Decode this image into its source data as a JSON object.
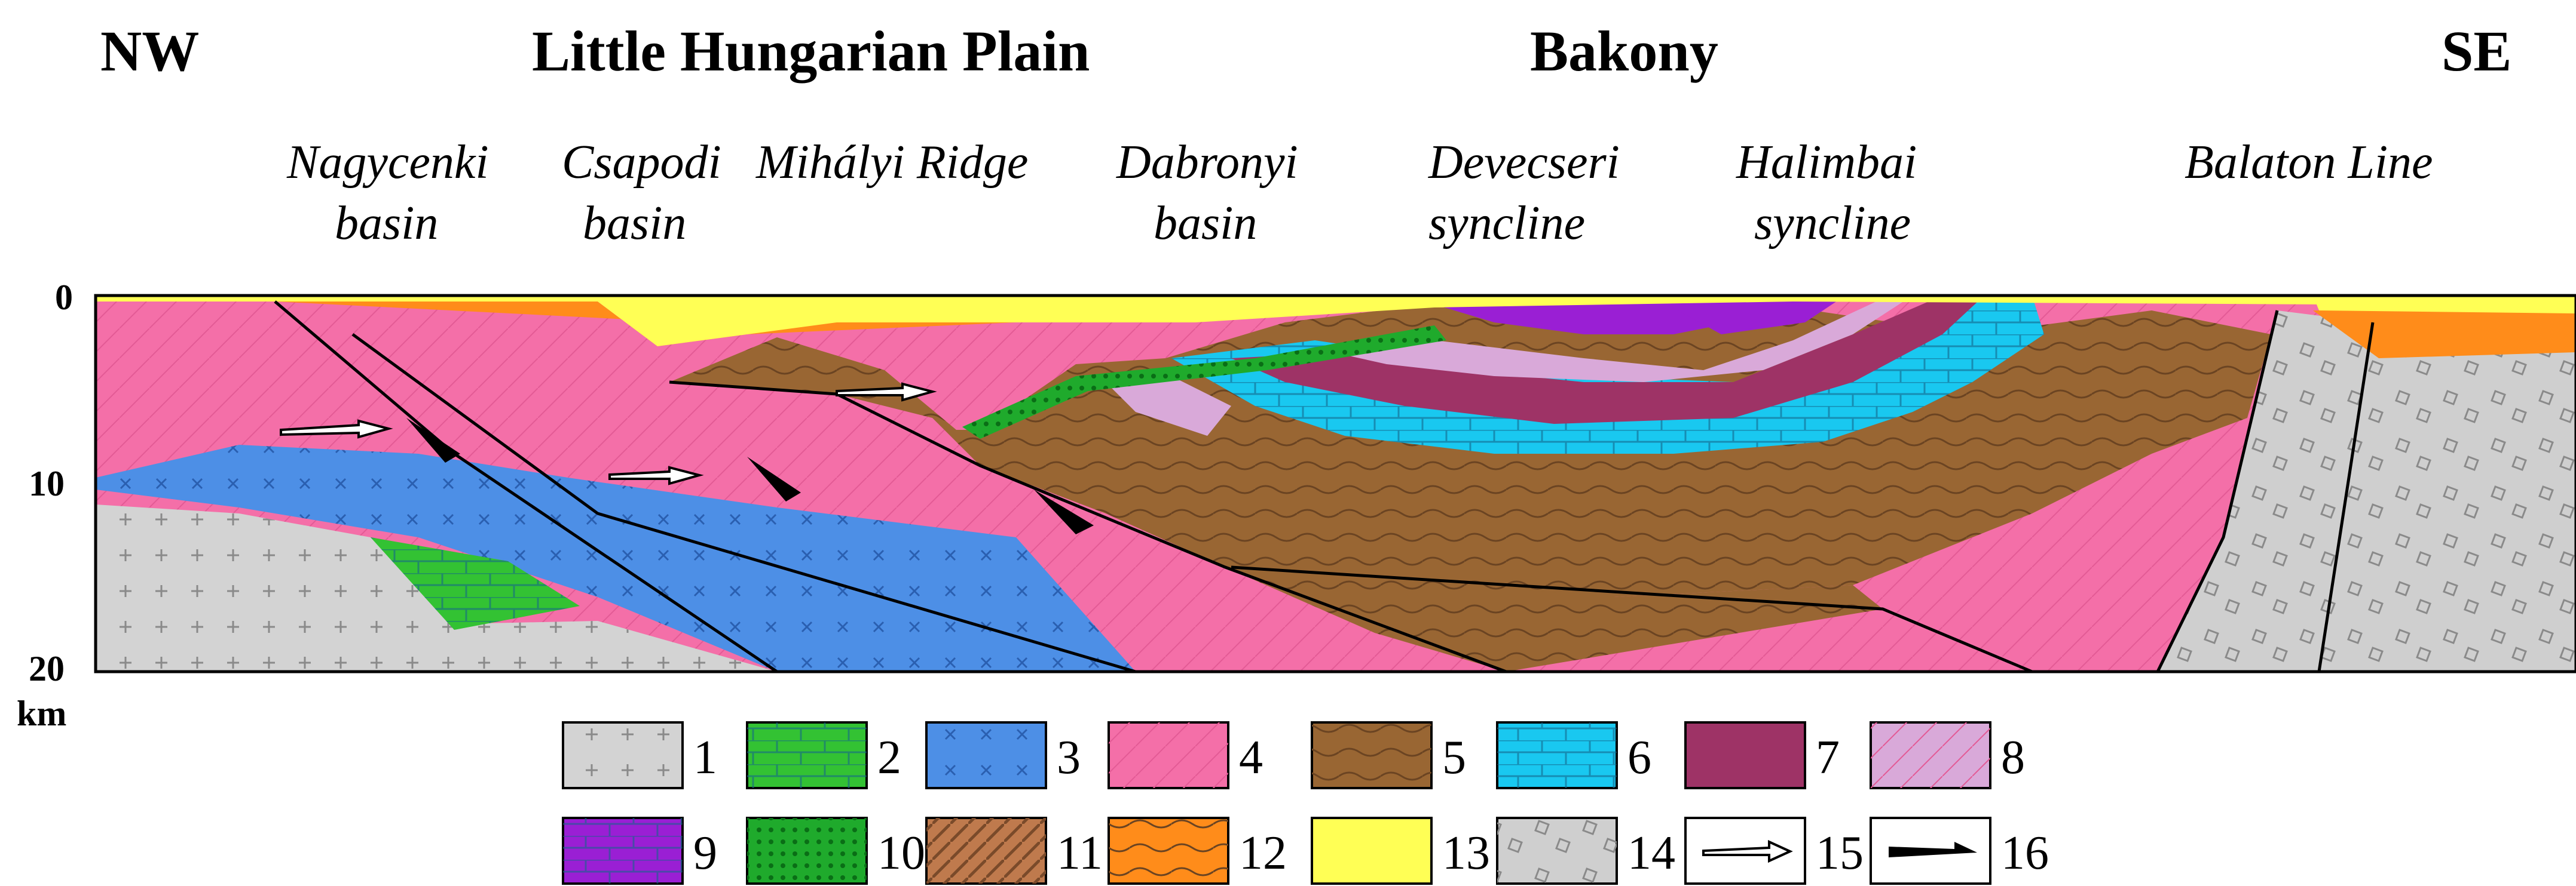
{
  "headers": {
    "nw": "NW",
    "plain": "Little Hungarian Plain",
    "bakony": "Bakony",
    "se": "SE"
  },
  "locations": [
    {
      "id": "nagycenki",
      "line1": "Nagycenki",
      "line2": "basin"
    },
    {
      "id": "csapodi",
      "line1": "Csapodi",
      "line2": "basin"
    },
    {
      "id": "mihalyi",
      "line1": "Mihályi Ridge",
      "line2": ""
    },
    {
      "id": "dabronyi",
      "line1": "Dabronyi",
      "line2": "basin"
    },
    {
      "id": "devecseri",
      "line1": "Devecseri",
      "line2": "syncline"
    },
    {
      "id": "halimbai",
      "line1": "Halimbai",
      "line2": "syncline"
    },
    {
      "id": "balaton",
      "line1": "Balaton Line",
      "line2": ""
    }
  ],
  "depth_axis": {
    "ticks": [
      "0",
      "10",
      "20"
    ],
    "unit": "km"
  },
  "legend": [
    {
      "num": "1",
      "color": "#d3d3d3",
      "pattern": "crosses"
    },
    {
      "num": "2",
      "color": "#33c233",
      "pattern": "bricks"
    },
    {
      "num": "3",
      "color": "#4d8fe6",
      "pattern": "xs"
    },
    {
      "num": "4",
      "color": "#f46fa8",
      "pattern": "lines"
    },
    {
      "num": "5",
      "color": "#996633",
      "pattern": "waves"
    },
    {
      "num": "6",
      "color": "#19c8f0",
      "pattern": "bricks"
    },
    {
      "num": "7",
      "color": "#9e3366",
      "pattern": "none"
    },
    {
      "num": "8",
      "color": "#d9a9d9",
      "pattern": "lines"
    },
    {
      "num": "9",
      "color": "#9a1fd4",
      "pattern": "bricks"
    },
    {
      "num": "10",
      "color": "#1faa2c",
      "pattern": "dots"
    },
    {
      "num": "11",
      "color": "#bf7a4d",
      "pattern": "hatch"
    },
    {
      "num": "12",
      "color": "#ff8c1a",
      "pattern": "waves"
    },
    {
      "num": "13",
      "color": "#ffff55",
      "pattern": "none"
    },
    {
      "num": "14",
      "color": "#cfcfcf",
      "pattern": "blocks"
    },
    {
      "num": "15",
      "color": "#ffffff",
      "pattern": "open-arrow"
    },
    {
      "num": "16",
      "color": "#ffffff",
      "pattern": "solid-arrow"
    }
  ]
}
